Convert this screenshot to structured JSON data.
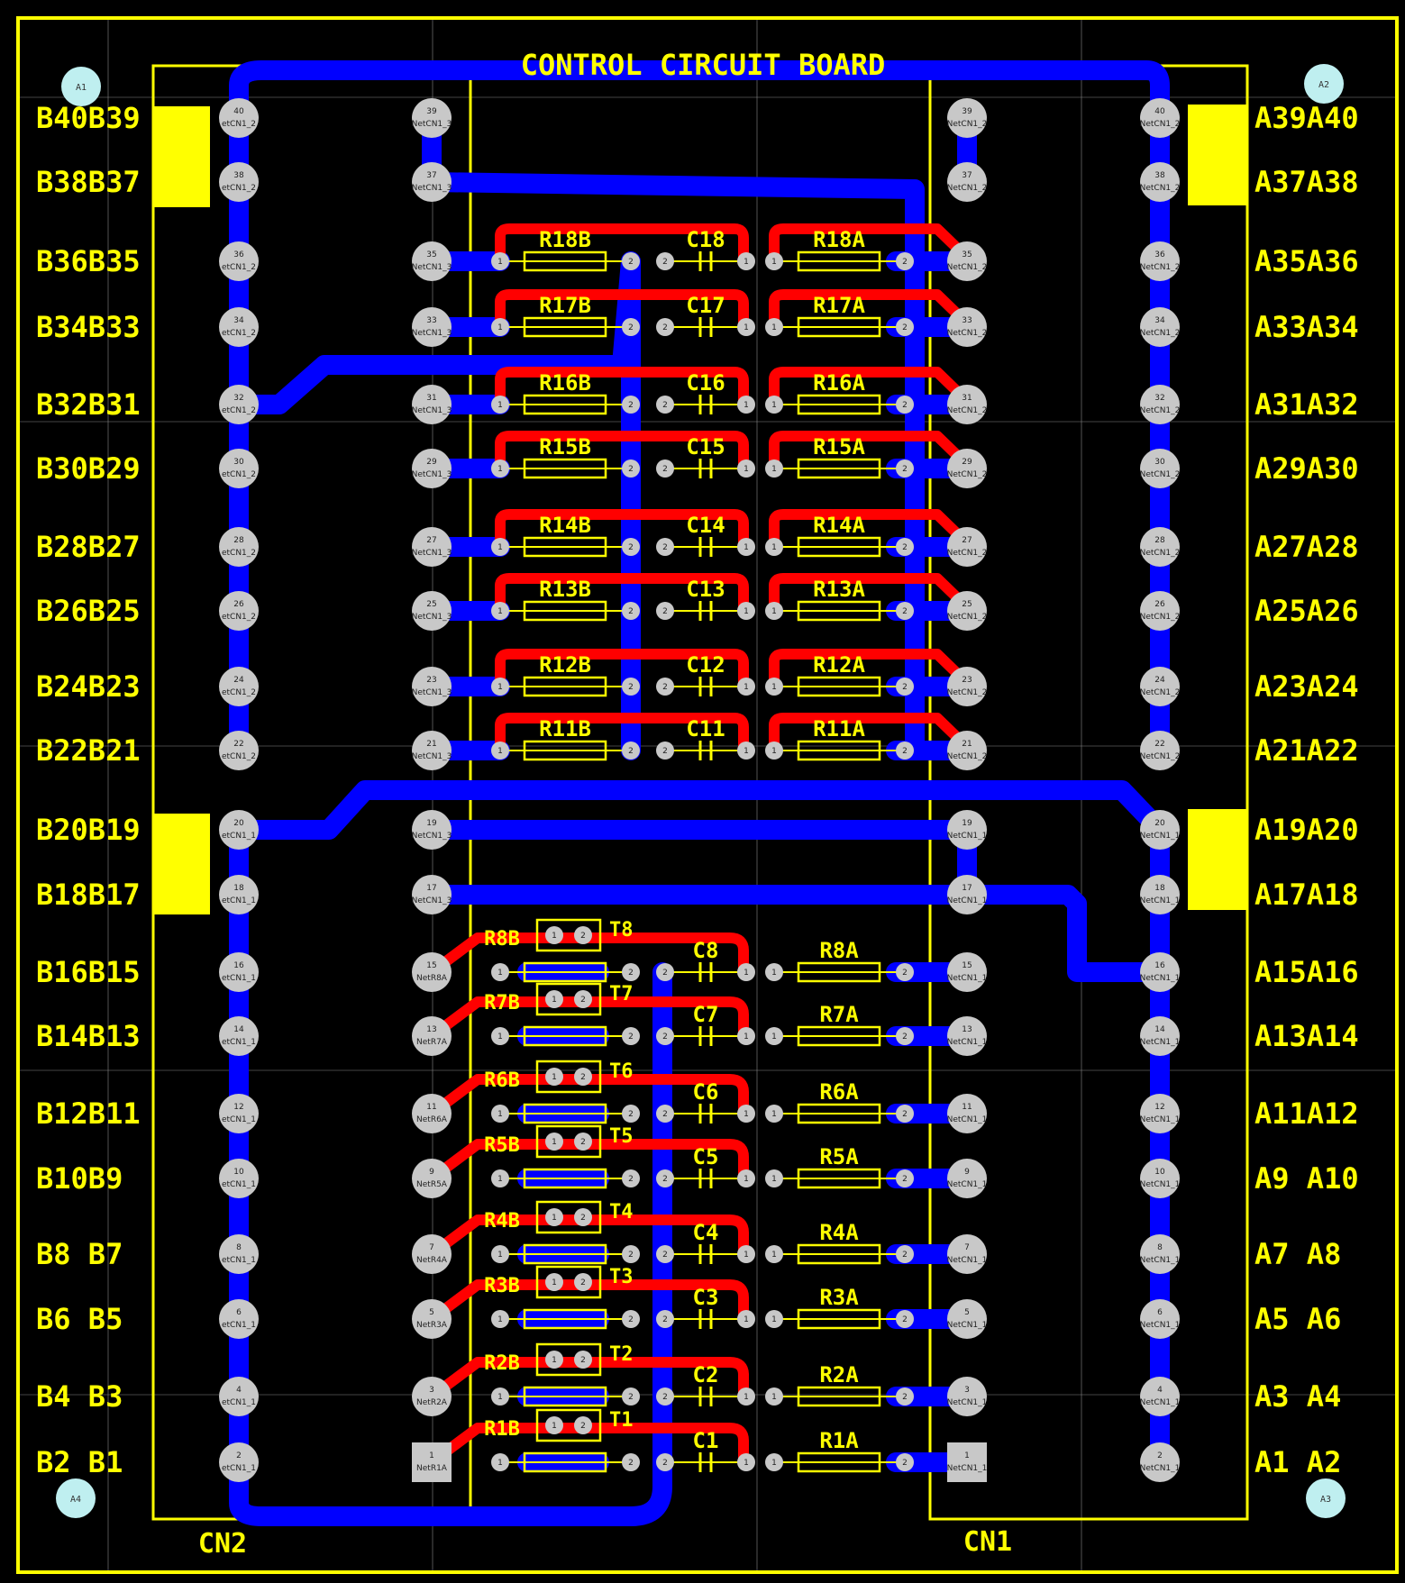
{
  "board": {
    "title": "CONTROL CIRCUIT BOARD",
    "connector_left": "CN2",
    "connector_right": "CN1",
    "mount_holes": [
      "A1",
      "A2",
      "A4",
      "A3"
    ]
  },
  "colors": {
    "background": "#000000",
    "frame": "#ffff00",
    "silkscreen": "#ffff00",
    "bottom_copper": "#0000ff",
    "top_copper": "#ff0000",
    "pad": "#c8c8c8",
    "mount_hole": "#bfeff0",
    "grid": "#8a8a8a"
  },
  "left_labels": [
    "B40B39",
    "B38B37",
    "B36B35",
    "B34B33",
    "B32B31",
    "B30B29",
    "B28B27",
    "B26B25",
    "B24B23",
    "B22B21",
    "B20B19",
    "B18B17",
    "B16B15",
    "B14B13",
    "B12B11",
    "B10B9",
    "B8 B7",
    "B6 B5",
    "B4 B3",
    "B2 B1"
  ],
  "right_labels": [
    "A39A40",
    "A37A38",
    "A35A36",
    "A33A34",
    "A31A32",
    "A29A30",
    "A27A28",
    "A25A26",
    "A23A24",
    "A21A22",
    "A19A20",
    "A17A18",
    "A15A16",
    "A13A14",
    "A11A12",
    "A9 A10",
    "A7 A8",
    "A5 A6",
    "A3 A4",
    "A1 A2"
  ],
  "cn2_even_pins": [
    "40",
    "38",
    "36",
    "34",
    "32",
    "30",
    "28",
    "26",
    "24",
    "22",
    "20",
    "18",
    "16",
    "14",
    "12",
    "10",
    "8",
    "6",
    "4",
    "2"
  ],
  "cn2_odd_pins": [
    "39",
    "37",
    "35",
    "33",
    "31",
    "29",
    "27",
    "25",
    "23",
    "21",
    "19",
    "17",
    "15",
    "13",
    "11",
    "9",
    "7",
    "5",
    "3",
    "1"
  ],
  "cn1_odd_pins": [
    "39",
    "37",
    "35",
    "33",
    "31",
    "29",
    "27",
    "25",
    "23",
    "21",
    "19",
    "17",
    "15",
    "13",
    "11",
    "9",
    "7",
    "5",
    "3",
    "1"
  ],
  "cn1_even_pins": [
    "40",
    "38",
    "36",
    "34",
    "32",
    "30",
    "28",
    "26",
    "24",
    "22",
    "20",
    "18",
    "16",
    "14",
    "12",
    "10",
    "8",
    "6",
    "4",
    "2"
  ],
  "upper_stages": [
    {
      "rb": "R18B",
      "c": "C18",
      "ra": "R18A"
    },
    {
      "rb": "R17B",
      "c": "C17",
      "ra": "R17A"
    },
    {
      "rb": "R16B",
      "c": "C16",
      "ra": "R16A"
    },
    {
      "rb": "R15B",
      "c": "C15",
      "ra": "R15A"
    },
    {
      "rb": "R14B",
      "c": "C14",
      "ra": "R14A"
    },
    {
      "rb": "R13B",
      "c": "C13",
      "ra": "R13A"
    },
    {
      "rb": "R12B",
      "c": "C12",
      "ra": "R12A"
    },
    {
      "rb": "R11B",
      "c": "C11",
      "ra": "R11A"
    }
  ],
  "lower_stages": [
    {
      "rb": "R8B",
      "t": "T8",
      "c": "C8",
      "ra": "R8A"
    },
    {
      "rb": "R7B",
      "t": "T7",
      "c": "C7",
      "ra": "R7A"
    },
    {
      "rb": "R6B",
      "t": "T6",
      "c": "C6",
      "ra": "R6A"
    },
    {
      "rb": "R5B",
      "t": "T5",
      "c": "C5",
      "ra": "R5A"
    },
    {
      "rb": "R4B",
      "t": "T4",
      "c": "C4",
      "ra": "R4A"
    },
    {
      "rb": "R3B",
      "t": "T3",
      "c": "C3",
      "ra": "R3A"
    },
    {
      "rb": "R2B",
      "t": "T2",
      "c": "C2",
      "ra": "R2A"
    },
    {
      "rb": "R1B",
      "t": "T1",
      "c": "C1",
      "ra": "R1A"
    }
  ]
}
